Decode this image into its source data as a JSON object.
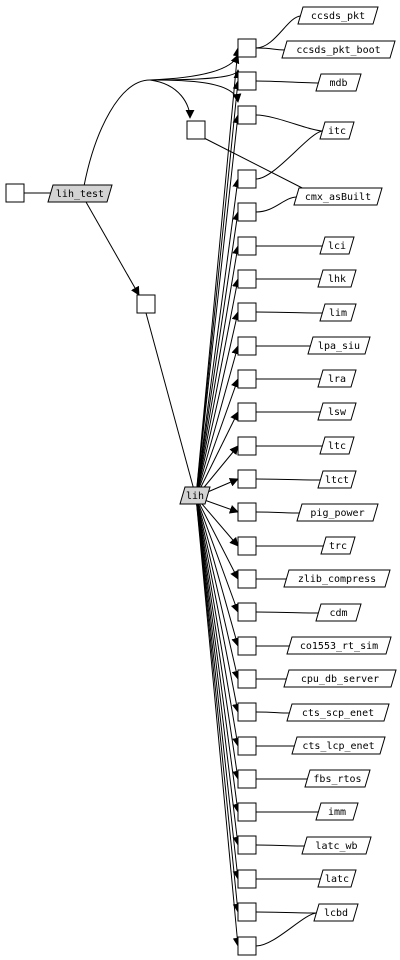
{
  "graph": {
    "roots": [
      "lih_test",
      "lih"
    ],
    "packages": [
      "ccsds_pkt",
      "ccsds_pkt_boot",
      "mdb",
      "itc",
      "cmx_asBuilt",
      "lci",
      "lhk",
      "lim",
      "lpa_siu",
      "lra",
      "lsw",
      "ltc",
      "ltct",
      "pig_power",
      "trc",
      "zlib_compress",
      "cdm",
      "co1553_rt_sim",
      "cpu_db_server",
      "cts_scp_enet",
      "cts_lcp_enet",
      "fbs_rtos",
      "imm",
      "latc_wb",
      "latc",
      "lcbd"
    ]
  },
  "colors": {
    "root_fill": "#d3d3d3",
    "node_fill": "#ffffff",
    "stroke": "#000000"
  }
}
